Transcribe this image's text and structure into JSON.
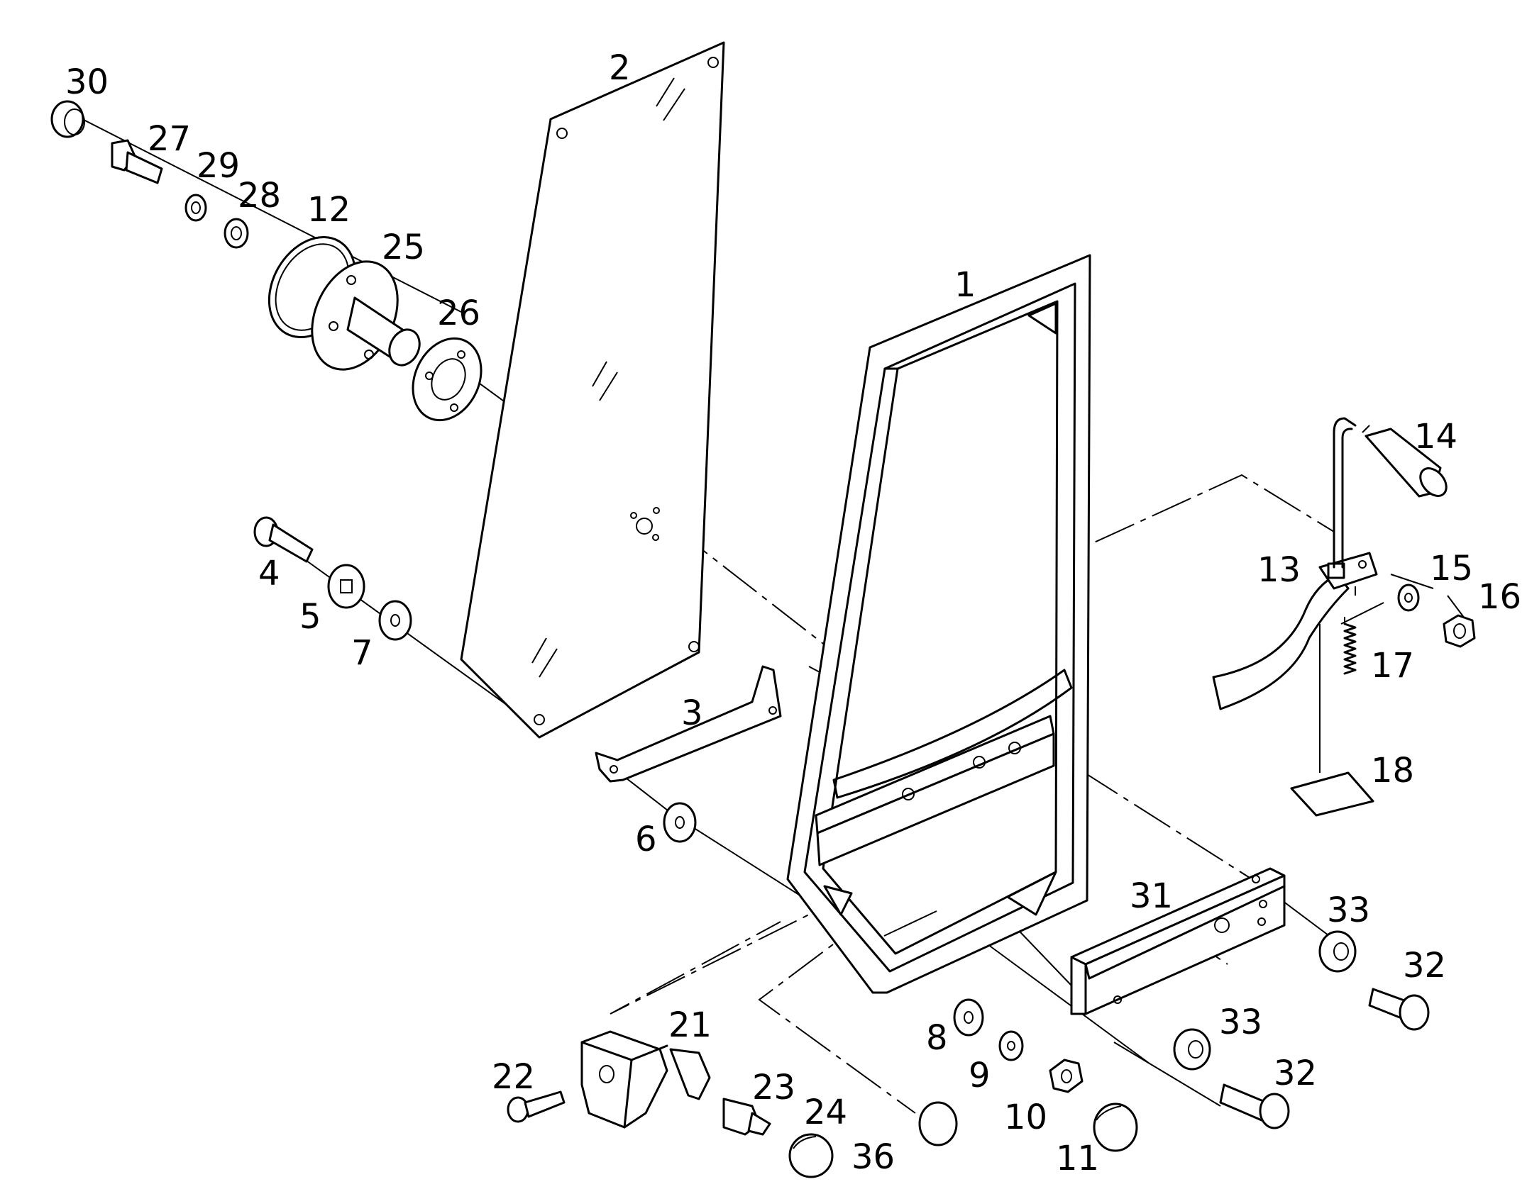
{
  "diagram": {
    "labels": {
      "p1": "1",
      "p2": "2",
      "p3": "3",
      "p4": "4",
      "p5": "5",
      "p6": "6",
      "p7": "7",
      "p8": "8",
      "p9": "9",
      "p10": "10",
      "p11": "11",
      "p12": "12",
      "p13": "13",
      "p14": "14",
      "p15": "15",
      "p16": "16",
      "p17": "17",
      "p18": "18",
      "p21": "21",
      "p22": "22",
      "p23": "23",
      "p24": "24",
      "p25": "25",
      "p26": "26",
      "p27": "27",
      "p28": "28",
      "p29": "29",
      "p30": "30",
      "p31": "31",
      "p32a": "32",
      "p32b": "32",
      "p33a": "33",
      "p33b": "33",
      "p36": "36"
    }
  }
}
